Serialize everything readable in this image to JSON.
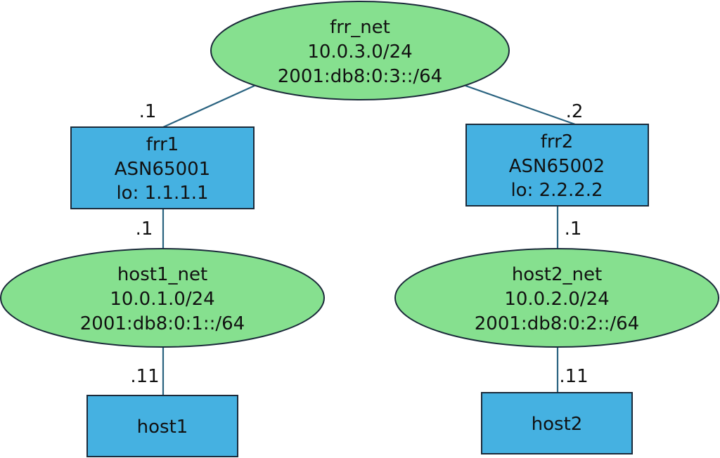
{
  "colors": {
    "network_fill": "#86e08f",
    "device_fill": "#45b1e1",
    "link": "#2a6380",
    "outline": "#1b2a3a"
  },
  "networks": {
    "frr_net": {
      "name": "frr_net",
      "ipv4": "10.0.3.0/24",
      "ipv6": "2001:db8:0:3::/64"
    },
    "host1_net": {
      "name": "host1_net",
      "ipv4": "10.0.1.0/24",
      "ipv6": "2001:db8:0:1::/64"
    },
    "host2_net": {
      "name": "host2_net",
      "ipv4": "10.0.2.0/24",
      "ipv6": "2001:db8:0:2::/64"
    }
  },
  "routers": {
    "frr1": {
      "name": "frr1",
      "asn": "ASN65001",
      "loopback": "lo: 1.1.1.1"
    },
    "frr2": {
      "name": "frr2",
      "asn": "ASN65002",
      "loopback": "lo: 2.2.2.2"
    }
  },
  "hosts": {
    "host1": {
      "name": "host1"
    },
    "host2": {
      "name": "host2"
    }
  },
  "links": {
    "frr1_frr_net": ".1",
    "frr2_frr_net": ".2",
    "frr1_host1_net": ".1",
    "frr2_host2_net": ".1",
    "host1_host1_net": ".11",
    "host2_host2_net": ".11"
  }
}
